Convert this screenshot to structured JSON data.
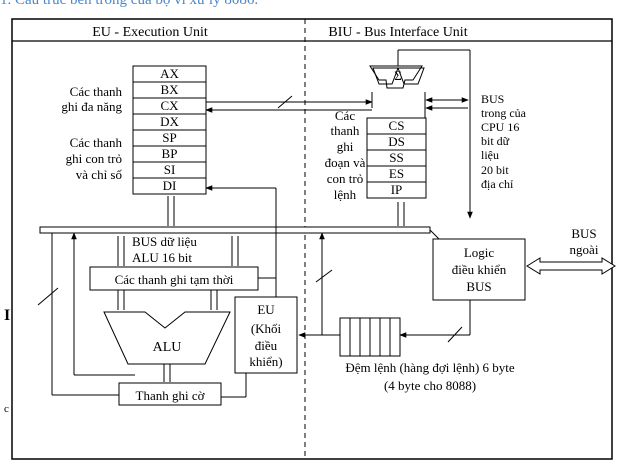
{
  "heading": "1. Cấu trúc bên trong của bộ vi xử lý 8086.",
  "eu_title": "EU - Execution Unit",
  "biu_title": "BIU - Bus Interface Unit",
  "general_registers_label": [
    "Các thanh",
    "ghi đa năng"
  ],
  "pointer_registers_label": [
    "Các thanh",
    "ghi con trỏ",
    "và chỉ số"
  ],
  "eu_registers": [
    "AX",
    "BX",
    "CX",
    "DX",
    "SP",
    "BP",
    "SI",
    "DI"
  ],
  "segment_registers_label": [
    "Các",
    "thanh",
    "ghi",
    "đoạn và",
    "con trỏ",
    "lệnh"
  ],
  "segment_registers": [
    "CS",
    "DS",
    "SS",
    "ES",
    "IP"
  ],
  "adder_symbol": "Σ",
  "internal_bus_label": [
    "BUS",
    "trong của",
    "CPU 16",
    "bit dữ",
    "liệu",
    "20 bit",
    "địa chỉ"
  ],
  "alu_bus_label": [
    "BUS dữ liệu",
    "ALU 16 bit"
  ],
  "temp_registers": "Các thanh ghi tạm thời",
  "alu": "ALU",
  "flags_register": "Thanh ghi cờ",
  "eu_control_label": [
    "EU",
    "(Khối",
    "điều",
    "khiển)"
  ],
  "bus_logic_label": [
    "Logic",
    "điều khiển",
    "BUS"
  ],
  "external_bus_label": [
    "BUS",
    "ngoài"
  ],
  "instruction_queue_label": [
    "Đệm lệnh (hàng đợi lệnh) 6 byte",
    "(4 byte cho 8088)"
  ],
  "margin_marks": [
    "I",
    "c"
  ]
}
